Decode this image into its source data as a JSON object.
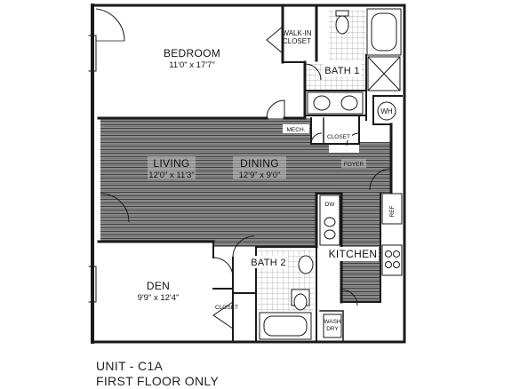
{
  "rooms": {
    "bedroom": {
      "name": "BEDROOM",
      "dims": "11'0\" x 17'7\""
    },
    "living": {
      "name": "LIVING",
      "dims": "12'0\" x 11'3\""
    },
    "dining": {
      "name": "DINING",
      "dims": "12'9\" x 9'0\""
    },
    "den": {
      "name": "DEN",
      "dims": "9'9\" x 12'4\""
    },
    "bath1": {
      "name": "BATH 1"
    },
    "bath2": {
      "name": "BATH 2"
    },
    "kitchen": {
      "name": "KITCHEN"
    }
  },
  "labels": {
    "walkin_closet_line1": "WALK-IN",
    "walkin_closet_line2": "CLOSET",
    "wh": "WH",
    "mech": "MECH.",
    "closet_hall": "CLOSET",
    "foyer": "FOYER",
    "dw": "DW",
    "ref": "REF",
    "closet_den": "CLOSET",
    "wash_line1": "WASH",
    "wash_line2": "DRY"
  },
  "caption": {
    "unit": "UNIT - C1A",
    "floor": "FIRST FLOOR ONLY"
  },
  "colors": {
    "wall": "#1a1a1a",
    "floor_hatch": "#555555",
    "floor_base": "#8a8a8a"
  }
}
